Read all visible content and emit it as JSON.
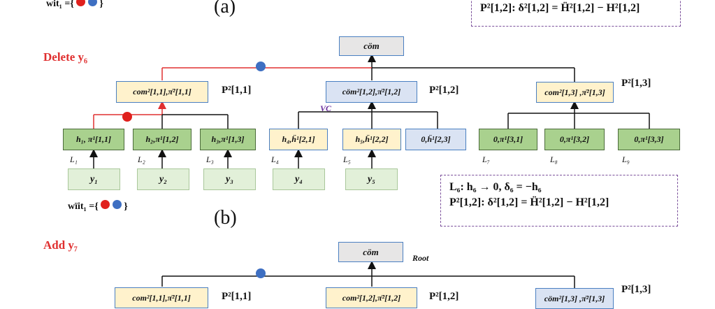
{
  "caption_a": "(a)",
  "caption_b": "(b)",
  "top_wit": "wit₁ ={ ● ● }",
  "top_eq": "P²[1,2]: δ²[1,2] = Ḧ²[1,2] − H²[1,2]",
  "section_b_title": "Delete y₆",
  "section_c_title": "Add y₇",
  "com_root": "cöm",
  "root_label": "Root",
  "vc_label": "VC",
  "level2": [
    {
      "text": "com²[1,1],π̈²[1,1]",
      "label": "P²[1,1]"
    },
    {
      "text": "cöm²[1,2],π̈²[1,2]",
      "label": "P²[1,2]"
    },
    {
      "text": "com²[1,3] ,π̈²[1,3]",
      "label": "P²[1,3]"
    }
  ],
  "level1": [
    {
      "text": "h₁, π¹[1,1]",
      "L": "L₁"
    },
    {
      "text": "h₂,π¹[1,2]",
      "L": "L₂"
    },
    {
      "text": "h₃,π¹[1,3]",
      "L": "L₃"
    },
    {
      "text": "h₄,ḧ¹[2,1]",
      "L": "L₄"
    },
    {
      "text": "h₅,ḧ¹[2,2]",
      "L": "L₅"
    },
    {
      "text": "0,ḧ¹[2,3]",
      "L": ""
    },
    {
      "text": "0,π¹[3,1]",
      "L": "L₇"
    },
    {
      "text": "0,π¹[3,2]",
      "L": "L₈"
    },
    {
      "text": "0,π¹[3,3]",
      "L": "L₉"
    }
  ],
  "leaves": [
    "y₁",
    "y₂",
    "y₃",
    "y₄",
    "y₅"
  ],
  "bottom_wit": "wïit₁ ={ ● ● }",
  "eq_b_line1": "L₆: h₆ → 0, δ₆ = −h₆",
  "eq_b_line2": "P²[1,2]: δ²[1,2] = Ḧ²[1,2] − H²[1,2]",
  "level2_c": [
    {
      "text": "com²[1,1],π̈²[1,1]",
      "label": "P²[1,1]"
    },
    {
      "text": "com²[1,2],π̈²[1,2]",
      "label": "P²[1,2]"
    },
    {
      "text": "cöm²[1,3] ,π̈²[1,3]",
      "label": "P²[1,3]"
    }
  ],
  "colors": {
    "red": "#e03030",
    "blue": "#3e6fc2",
    "yellow": "#fff2cc",
    "lightblue": "#dae3f3",
    "green": "#a9d18e"
  }
}
